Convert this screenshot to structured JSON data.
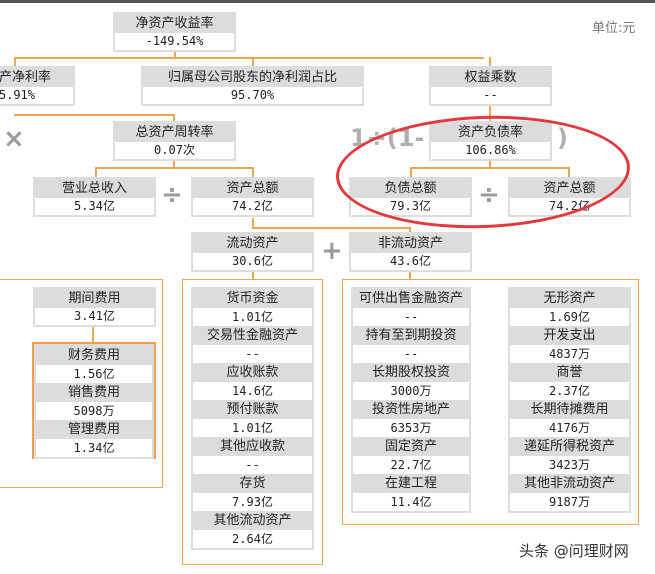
{
  "unit_label": "单位:元",
  "roe": {
    "label": "净资产收益率",
    "value": "-149.54%"
  },
  "roa": {
    "label": "总资产净利率",
    "label_visible": "产净利率",
    "value": "5.91%"
  },
  "parent_share": {
    "label": "归属母公司股东的净利润占比",
    "value": "95.70%"
  },
  "equity_multiplier": {
    "label": "权益乘数",
    "value": "--"
  },
  "asset_turnover": {
    "label": "总资产周转率",
    "value": "0.07次"
  },
  "debt_ratio": {
    "label": "资产负债率",
    "value": "106.86%"
  },
  "revenue": {
    "label": "营业总收入",
    "value": "5.34亿"
  },
  "total_assets_left": {
    "label": "资产总额",
    "value": "74.2亿"
  },
  "total_liabilities": {
    "label": "负债总额",
    "value": "79.3亿"
  },
  "total_assets_right": {
    "label": "资产总额",
    "value": "74.2亿"
  },
  "current_assets": {
    "label": "流动资产",
    "value": "30.6亿"
  },
  "non_current_assets": {
    "label": "非流动资产",
    "value": "43.6亿"
  },
  "period_expenses": {
    "label": "期间费用",
    "value": "3.41亿"
  },
  "operators": {
    "times": "×",
    "divide": "÷",
    "plus": "+",
    "formula_left": "1÷(1-",
    "formula_right": ")"
  },
  "expense_items": [
    {
      "label": "财务费用",
      "value": "1.56亿"
    },
    {
      "label": "销售费用",
      "value": "5098万"
    },
    {
      "label": "管理费用",
      "value": "1.34亿"
    }
  ],
  "current_items": [
    {
      "label": "货币资金",
      "value": "1.01亿"
    },
    {
      "label": "交易性金融资产",
      "value": "--"
    },
    {
      "label": "应收账款",
      "value": "14.6亿"
    },
    {
      "label": "预付账款",
      "value": "1.01亿"
    },
    {
      "label": "其他应收款",
      "value": "--"
    },
    {
      "label": "存货",
      "value": "7.93亿"
    },
    {
      "label": "其他流动资产",
      "value": "2.64亿"
    }
  ],
  "noncurrent_items_left": [
    {
      "label": "可供出售金融资产",
      "value": "--"
    },
    {
      "label": "持有至到期投资",
      "value": "--"
    },
    {
      "label": "长期股权投资",
      "value": "3000万"
    },
    {
      "label": "投资性房地产",
      "value": "6353万"
    },
    {
      "label": "固定资产",
      "value": "22.7亿"
    },
    {
      "label": "在建工程",
      "value": "11.4亿"
    }
  ],
  "noncurrent_items_right": [
    {
      "label": "无形资产",
      "value": "1.69亿"
    },
    {
      "label": "开发支出",
      "value": "4837万"
    },
    {
      "label": "商誉",
      "value": "2.37亿"
    },
    {
      "label": "长期待摊费用",
      "value": "4176万"
    },
    {
      "label": "递延所得税资产",
      "value": "3423万"
    },
    {
      "label": "其他非流动资产",
      "value": "9187万"
    }
  ],
  "watermark": "头条 @问理财网"
}
